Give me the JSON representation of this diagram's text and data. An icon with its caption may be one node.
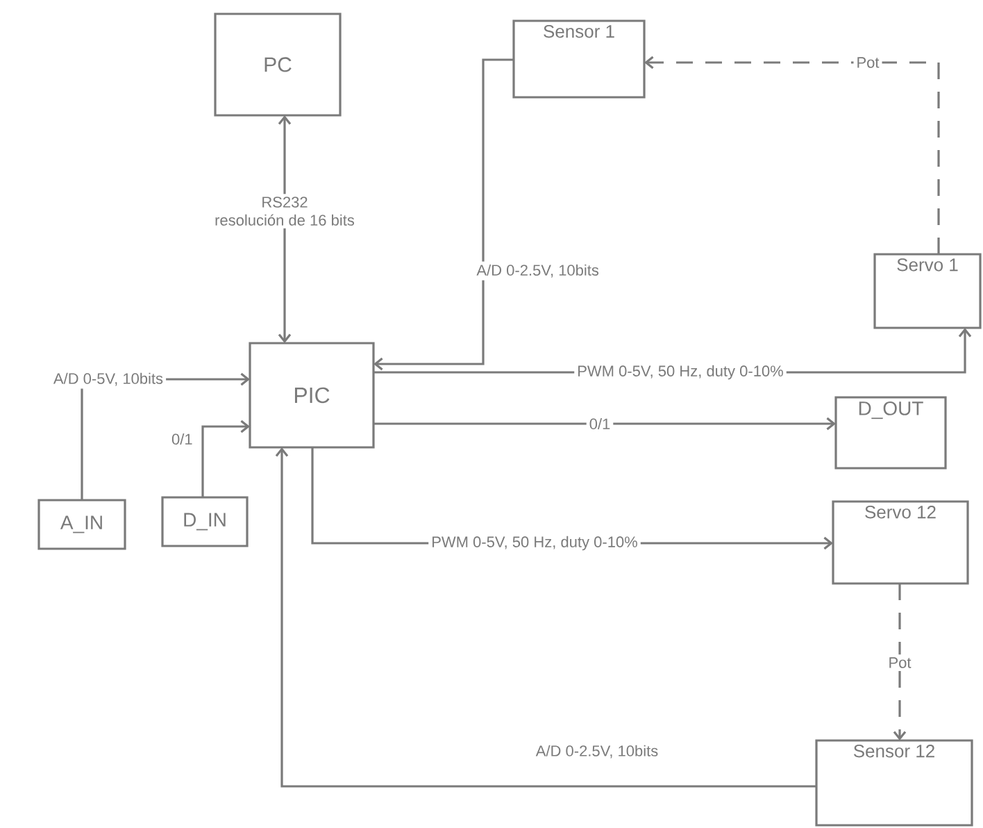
{
  "diagram": {
    "nodes": [
      {
        "text": [
          "PC"
        ]
      },
      {
        "text": [
          "Sensor 1"
        ]
      },
      {
        "text": [
          "Servo 1"
        ]
      },
      {
        "text": [
          "PIC"
        ]
      },
      {
        "text": [
          "A_IN"
        ]
      },
      {
        "text": [
          "D_IN"
        ]
      },
      {
        "text": [
          "D_OUT"
        ]
      },
      {
        "text": [
          "Servo 12"
        ]
      },
      {
        "text": [
          "Sensor 12"
        ]
      }
    ],
    "edges": [
      {
        "from": 3,
        "to": 0,
        "arrow": "both",
        "label": "RS232 resolución de 16 bits"
      },
      {
        "from": 1,
        "to": 3,
        "arrow": "to",
        "label": "A/D 0-2.5V, 10bits"
      },
      {
        "from": 3,
        "to": 2,
        "arrow": "to",
        "label": "PWM 0-5V, 50 Hz, duty 0-10%"
      },
      {
        "from": 2,
        "to": 1,
        "arrow": "to",
        "label": "Pot",
        "style": "dashed"
      },
      {
        "from": 4,
        "to": 3,
        "arrow": "to",
        "label": "A/D 0-5V, 10bits"
      },
      {
        "from": 5,
        "to": 3,
        "arrow": "to",
        "label": "0/1"
      },
      {
        "from": 3,
        "to": 6,
        "arrow": "to",
        "label": "0/1"
      },
      {
        "from": 3,
        "to": 7,
        "arrow": "to",
        "label": "PWM 0-5V, 50 Hz, duty 0-10%"
      },
      {
        "from": 7,
        "to": 8,
        "arrow": "to",
        "label": "Pot",
        "style": "dashed"
      },
      {
        "from": 8,
        "to": 3,
        "arrow": "to",
        "label": "A/D 0-2.5V, 10bits"
      }
    ]
  }
}
